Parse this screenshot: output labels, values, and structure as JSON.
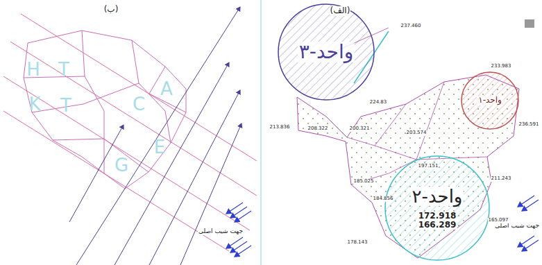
{
  "diagram": {
    "nodes": [
      {
        "text": [
          "واحد-۳"
        ]
      },
      {
        "text": [
          "واحد-۱"
        ]
      },
      {
        "text": [
          "واحد-۲",
          "172.918",
          "166.289"
        ]
      }
    ],
    "labels": [
      "(الف)",
      "(ب)",
      "جهت شیب اصلی",
      "جهت شیب اصلی",
      "H",
      "T",
      "K",
      "T",
      "C",
      "E",
      "G",
      "A",
      "237.460",
      "224.83",
      "200.321",
      "203.574",
      "197.151",
      "185.025",
      "184.856",
      "211.243",
      "178.143",
      "165.097",
      "236.591",
      "233.983",
      "208.322",
      "213.836"
    ]
  }
}
